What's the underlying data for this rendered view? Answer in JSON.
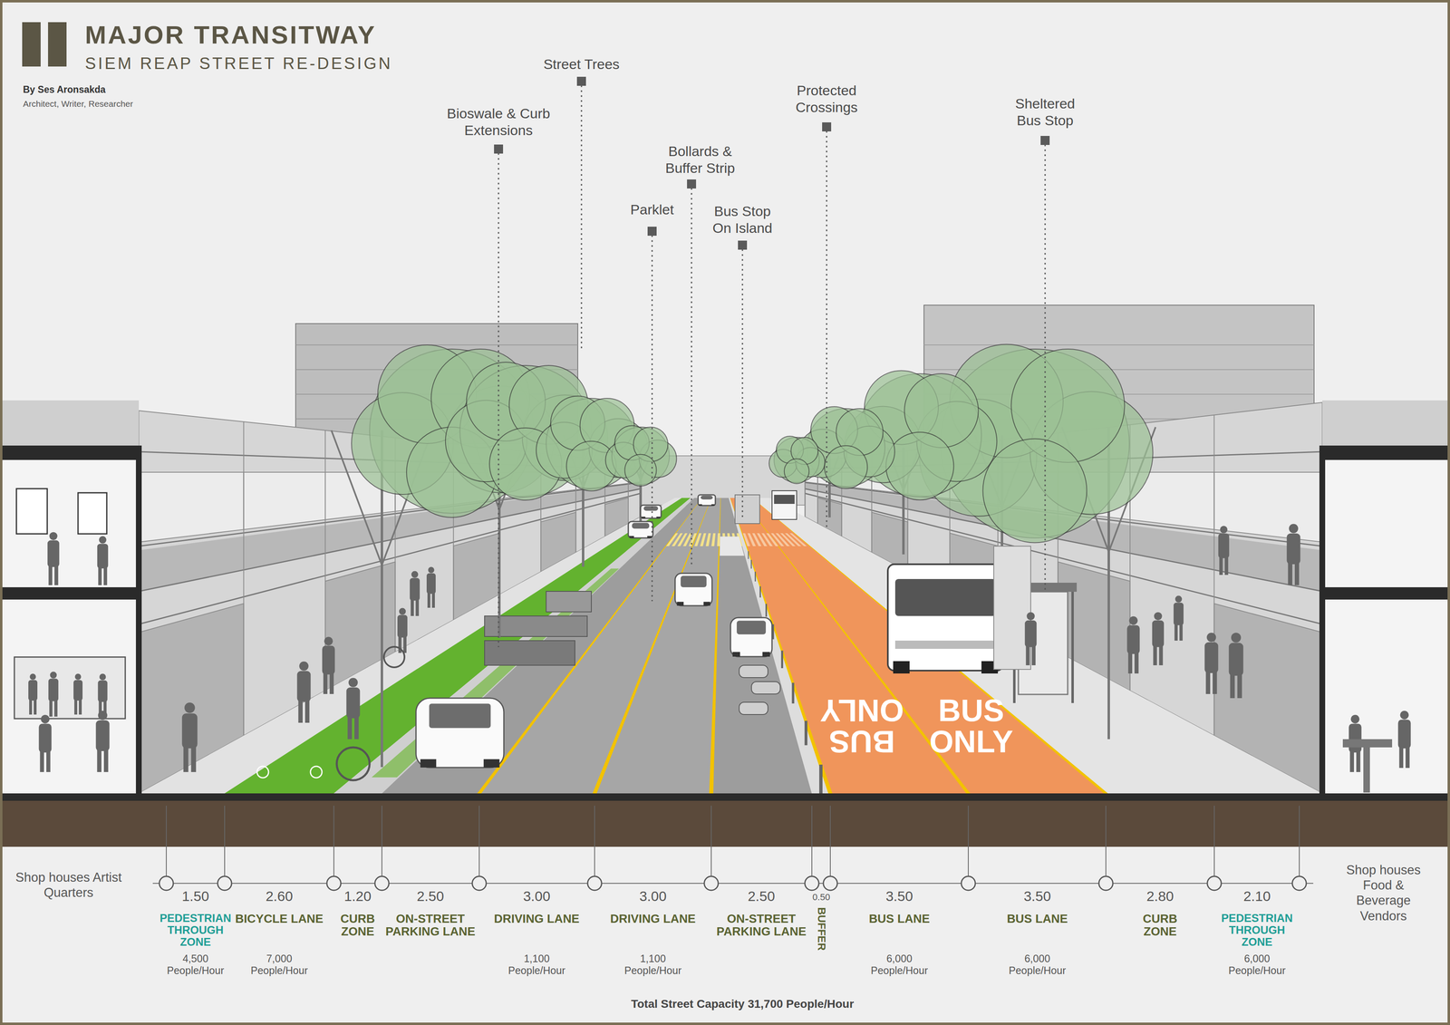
{
  "diagram": {
    "title": "MAJOR TRANSITWAY",
    "labels": [
      "SIEM REAP STREET RE-DESIGN",
      "By Ses Aronsakda",
      "Architect, Writer, Researcher",
      "Street Trees",
      "Bioswale & Curb Extensions",
      "Bollards & Buffer Strip",
      "Parklet",
      "Bus Stop On Island",
      "Protected Crossings",
      "Sheltered Bus Stop",
      "BUS ONLY",
      "BUS ONLY",
      "Shop houses Artist Quarters",
      "Shop houses Food & Beverage Vendors",
      "1.50",
      "PEDESTRIAN THROUGH ZONE",
      "4,500 People/Hour",
      "2.60",
      "BICYCLE LANE",
      "7,000 People/Hour",
      "1.20",
      "CURB ZONE",
      "2.50",
      "ON-STREET PARKING LANE",
      "3.00",
      "DRIVING LANE",
      "1,100 People/Hour",
      "3.00",
      "DRIVING LANE",
      "1,100 People/Hour",
      "2.50",
      "ON-STREET PARKING LANE",
      "0.50",
      "BUFFER",
      "3.50",
      "BUS LANE",
      "6,000 People/Hour",
      "3.50",
      "BUS LANE",
      "6,000 People/Hour",
      "2.80",
      "CURB ZONE",
      "2.10",
      "PEDESTRIAN THROUGH ZONE",
      "6,000 People/Hour",
      "Total Street Capacity 31,700 People/Hour"
    ]
  }
}
